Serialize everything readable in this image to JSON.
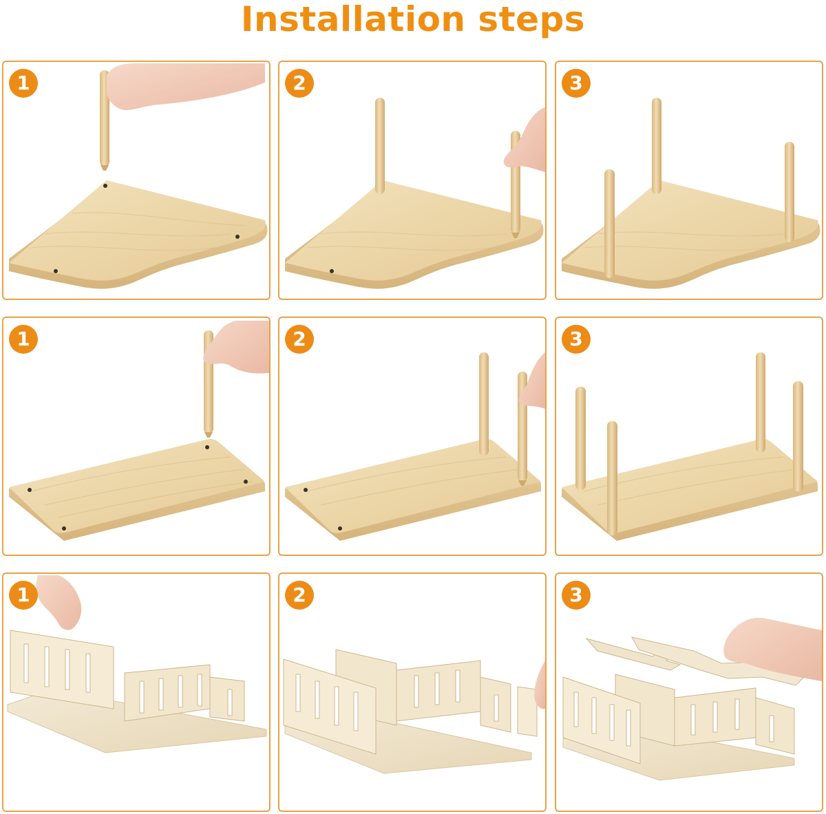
{
  "title": "Installation steps",
  "colors": {
    "accent": "#ef8f12",
    "border": "#e8a247",
    "wood": "#ecd9b0",
    "plywood": "#efe4cc"
  },
  "rows": [
    {
      "name": "corner-platform-row",
      "steps": [
        {
          "number": "1"
        },
        {
          "number": "2"
        },
        {
          "number": "3"
        }
      ]
    },
    {
      "name": "rectangle-platform-row",
      "steps": [
        {
          "number": "1"
        },
        {
          "number": "2"
        },
        {
          "number": "3"
        }
      ]
    },
    {
      "name": "hideout-row",
      "steps": [
        {
          "number": "1"
        },
        {
          "number": "2"
        },
        {
          "number": "3"
        }
      ]
    }
  ]
}
